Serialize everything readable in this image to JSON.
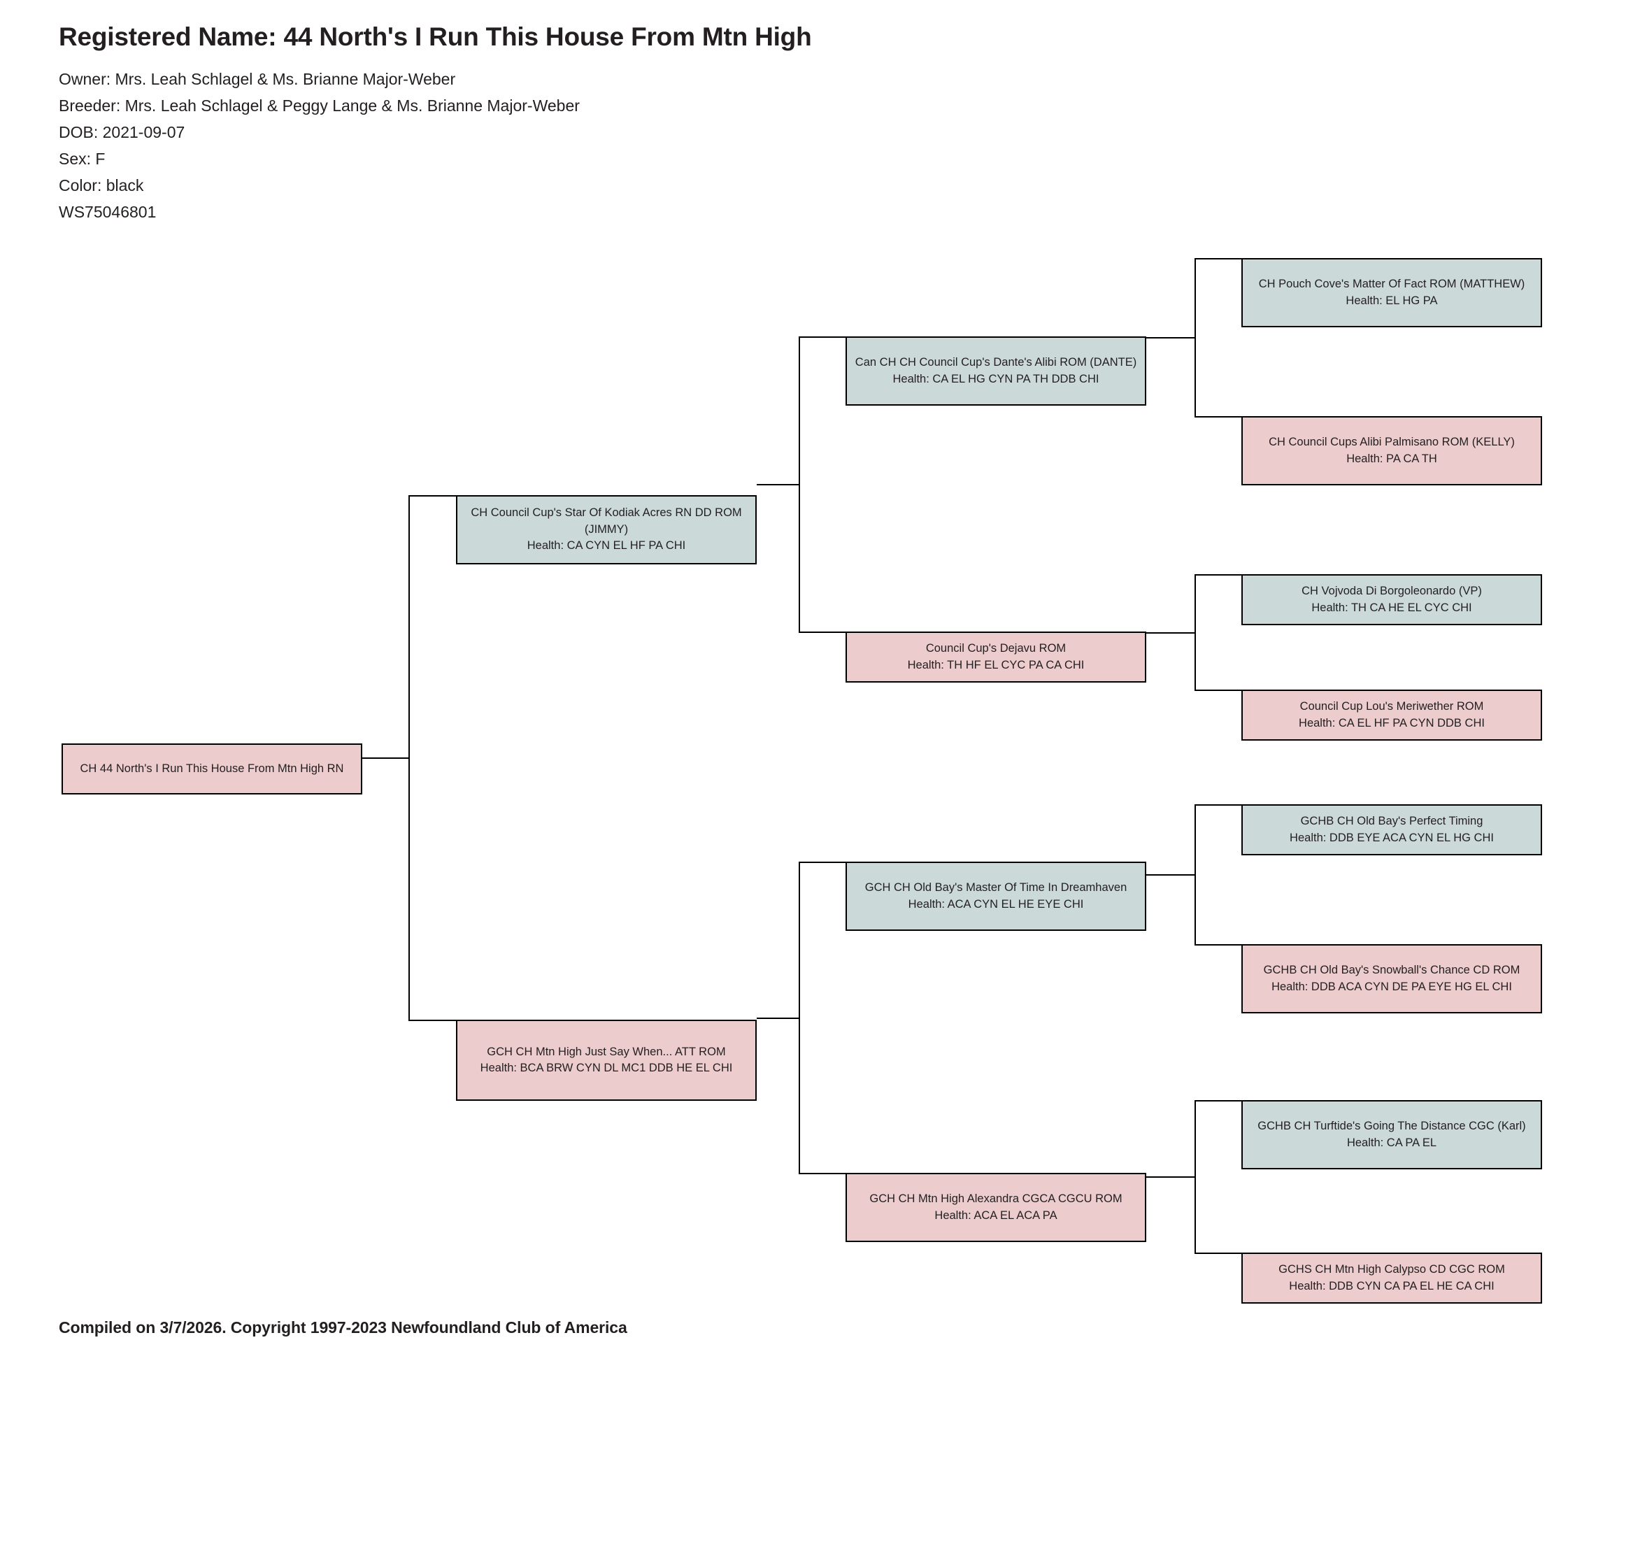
{
  "header": {
    "title": "Registered Name: 44 North's I Run This House From Mtn High",
    "owner": "Owner: Mrs. Leah Schlagel & Ms. Brianne Major-Weber",
    "breeder": "Breeder: Mrs. Leah Schlagel & Peggy Lange & Ms. Brianne Major-Weber",
    "dob": "DOB: 2021-09-07",
    "sex": "Sex: F",
    "color": "Color: black",
    "registration": "WS75046801"
  },
  "footer": {
    "text": "Compiled on 3/7/2026. Copyright 1997-2023 Newfoundland Club of America"
  },
  "colors": {
    "sire_fill": "#ccd9d9",
    "dam_fill": "#eccccc",
    "border": "#000000",
    "text": "#231f20",
    "background": "#ffffff"
  },
  "pedigree": {
    "subject": {
      "name": "CH 44 North's I Run This House From Mtn High RN",
      "health": "",
      "sex": "dam"
    },
    "gen1": [
      {
        "name": "CH Council Cup's Star Of Kodiak Acres RN DD ROM (JIMMY)",
        "health": "Health: CA CYN EL HF PA CHI",
        "sex": "sire"
      },
      {
        "name": "GCH CH Mtn High Just Say When... ATT ROM",
        "health": "Health: BCA BRW CYN DL MC1 DDB HE EL CHI",
        "sex": "dam"
      }
    ],
    "gen2": [
      {
        "name": "Can CH CH Council Cup's Dante's Alibi ROM (DANTE)",
        "health": "Health: CA EL HG CYN PA TH DDB CHI",
        "sex": "sire"
      },
      {
        "name": "Council Cup's Dejavu ROM",
        "health": "Health: TH HF EL CYC PA CA CHI",
        "sex": "dam"
      },
      {
        "name": "GCH CH Old Bay's Master Of Time In Dreamhaven",
        "health": "Health: ACA CYN EL HE EYE CHI",
        "sex": "sire"
      },
      {
        "name": "GCH CH Mtn High Alexandra CGCA CGCU ROM",
        "health": "Health: ACA EL ACA PA",
        "sex": "dam"
      }
    ],
    "gen3": [
      {
        "name": "CH Pouch Cove's Matter Of Fact ROM (MATTHEW)",
        "health": "Health: EL HG PA",
        "sex": "sire"
      },
      {
        "name": "CH Council Cups Alibi Palmisano ROM (KELLY)",
        "health": "Health: PA CA TH",
        "sex": "dam"
      },
      {
        "name": "CH Vojvoda Di Borgoleonardo (VP)",
        "health": "Health: TH CA HE EL CYC CHI",
        "sex": "sire"
      },
      {
        "name": "Council Cup Lou's Meriwether ROM",
        "health": "Health: CA EL HF PA CYN DDB CHI",
        "sex": "dam"
      },
      {
        "name": "GCHB CH Old Bay's Perfect Timing",
        "health": "Health: DDB EYE ACA CYN EL HG CHI",
        "sex": "sire"
      },
      {
        "name": "GCHB CH Old Bay's Snowball's Chance CD ROM",
        "health": "Health: DDB ACA CYN DE PA EYE HG EL CHI",
        "sex": "dam"
      },
      {
        "name": "GCHB CH Turftide's Going The Distance CGC (Karl)",
        "health": "Health: CA PA EL",
        "sex": "sire"
      },
      {
        "name": "GCHS CH Mtn High Calypso CD CGC ROM",
        "health": "Health: DDB CYN CA PA EL HE CA CHI",
        "sex": "dam"
      }
    ]
  }
}
